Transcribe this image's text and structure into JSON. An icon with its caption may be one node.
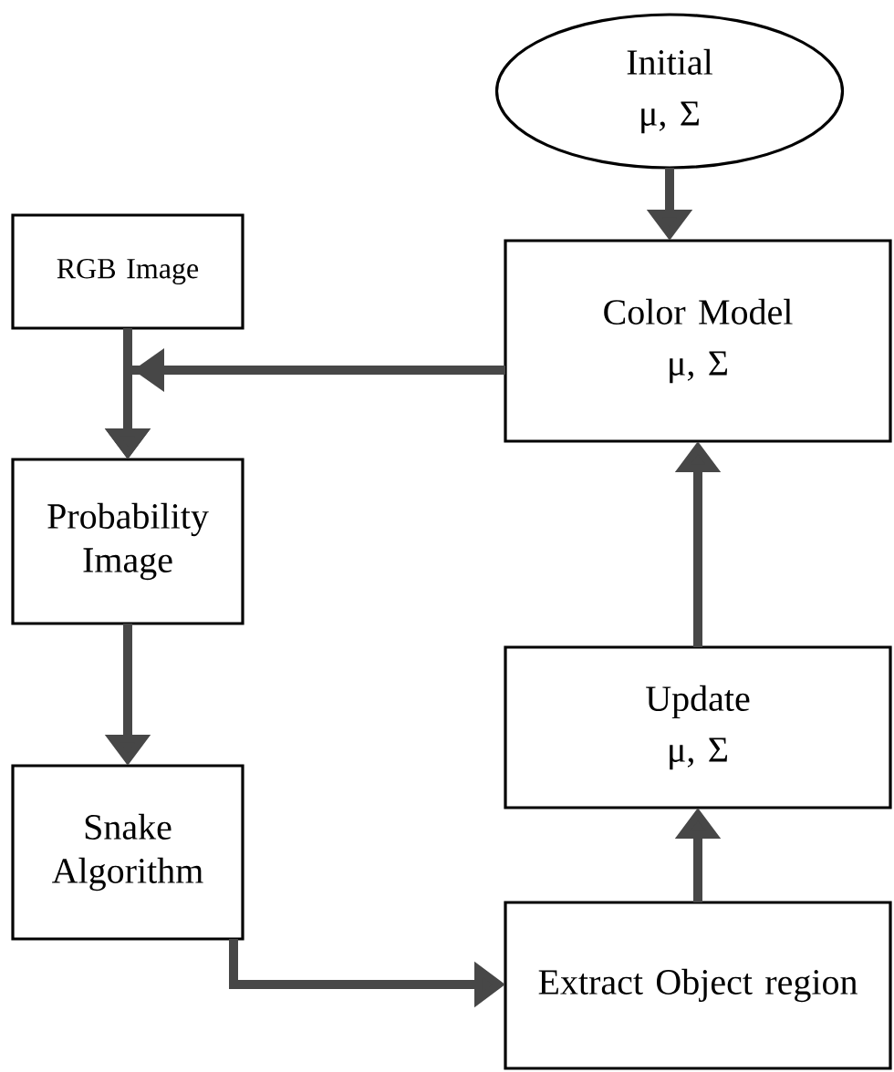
{
  "diagram": {
    "nodes": [
      {
        "text": [
          "Initial",
          "μ, Σ"
        ]
      },
      {
        "text": [
          "RGB Image"
        ]
      },
      {
        "text": [
          "Color Model",
          "μ, Σ"
        ]
      },
      {
        "text": [
          "Probability Image"
        ]
      },
      {
        "text": [
          "Update",
          "μ, Σ"
        ]
      },
      {
        "text": [
          "Snake Algorithm"
        ]
      },
      {
        "text": [
          "Extract Object region"
        ]
      }
    ],
    "edges": [
      {
        "from": 0,
        "to": 2,
        "arrow": "to"
      },
      {
        "from": 1,
        "to": 3,
        "arrow": "to"
      },
      {
        "from": 2,
        "to": 3,
        "arrow": "to"
      },
      {
        "from": 3,
        "to": 5,
        "arrow": "to"
      },
      {
        "from": 5,
        "to": 6,
        "arrow": "to"
      },
      {
        "from": 6,
        "to": 4,
        "arrow": "to"
      },
      {
        "from": 4,
        "to": 2,
        "arrow": "to"
      }
    ]
  }
}
